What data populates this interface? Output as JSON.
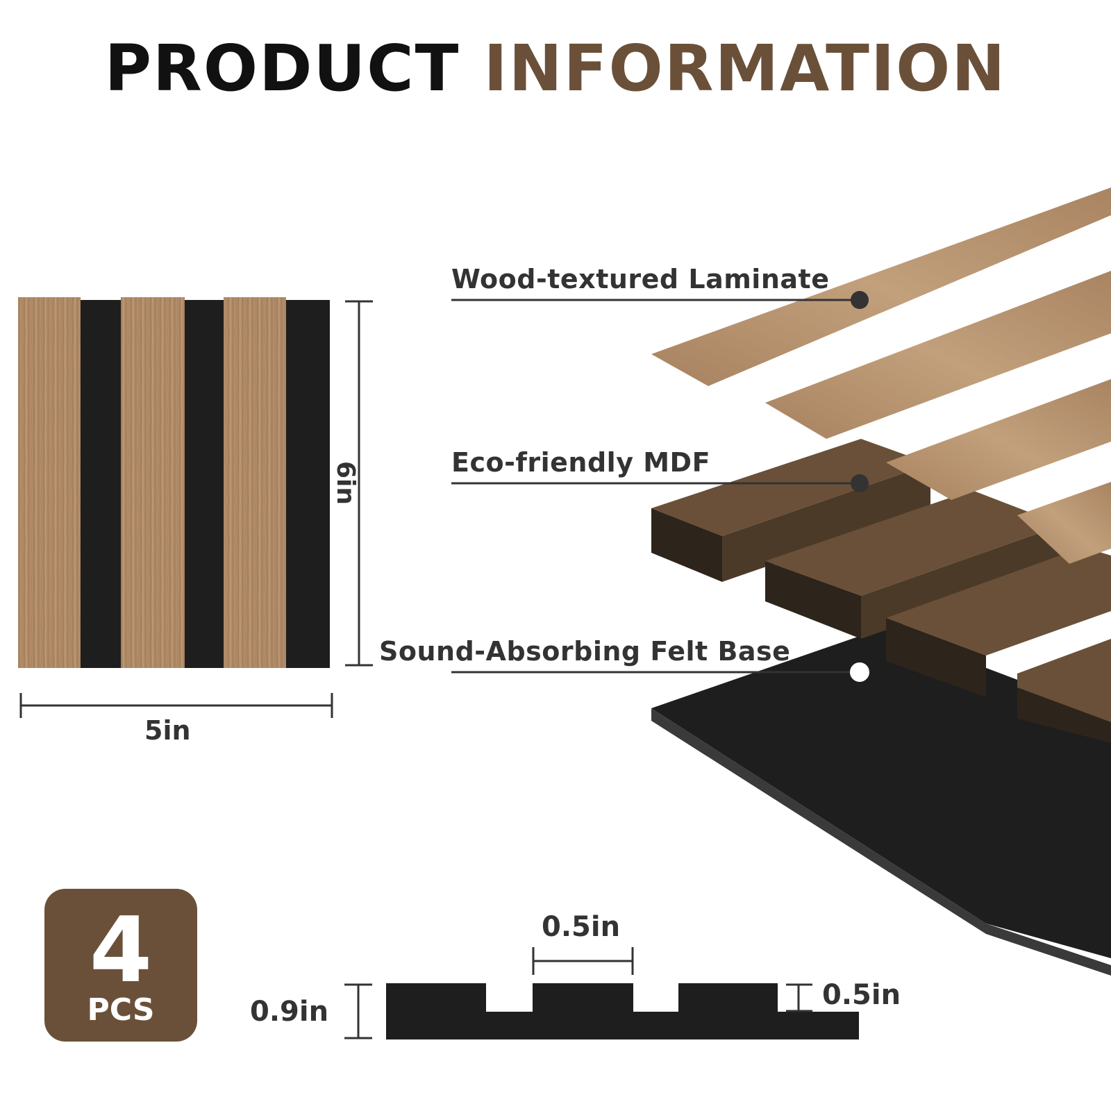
{
  "title": {
    "word1": "PRODUCT",
    "word2": "INFORMATION"
  },
  "colors": {
    "brand_brown": "#6b5039",
    "dark_text": "#111111",
    "label_text": "#333333",
    "felt_black": "#1e1e1e",
    "laminate_oak": "#b08a64",
    "mdf_brown": "#6a5038"
  },
  "panel_dimensions": {
    "height": "6in",
    "width": "5in"
  },
  "layers": [
    {
      "label": "Wood-textured Laminate"
    },
    {
      "label": "Eco-friendly MDF"
    },
    {
      "label": "Sound-Absorbing Felt Base"
    }
  ],
  "quantity": {
    "count": "4",
    "unit": "PCS"
  },
  "profile_dimensions": {
    "slat_width": "0.5in",
    "groove_depth": "0.5in",
    "total_thickness": "0.9in"
  }
}
